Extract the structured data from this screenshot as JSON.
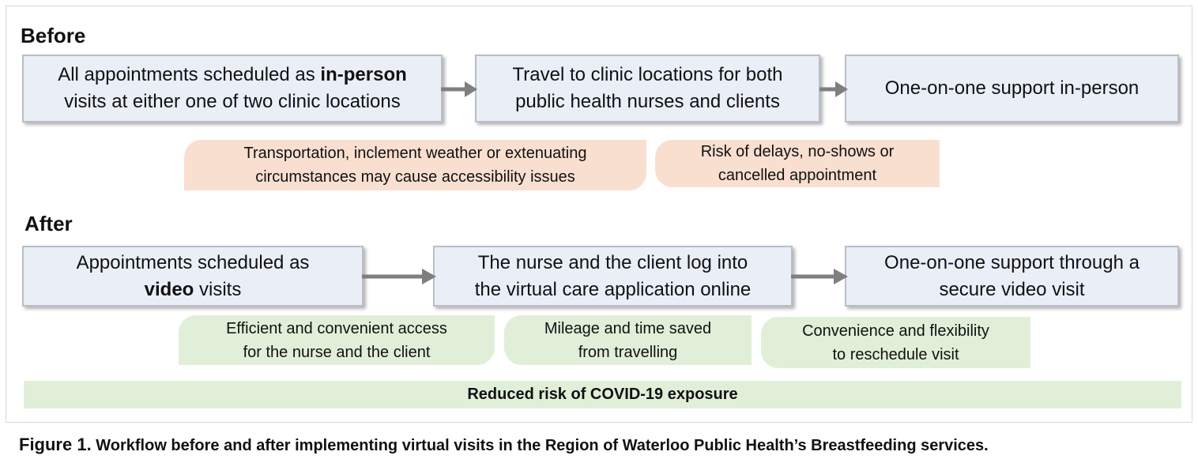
{
  "before": {
    "label": "Before",
    "box1": {
      "text_a": "All appointments scheduled as ",
      "text_bold": "in-person",
      "line2": "visits at either one of two clinic locations"
    },
    "box2": {
      "line1": "Travel to clinic locations for both",
      "line2": "public health nurses and clients"
    },
    "box3": {
      "line1": "One-on-one support in-person"
    },
    "note1": {
      "line1": "Transportation, inclement weather or extenuating",
      "line2": "circumstances may cause accessibility issues"
    },
    "note2": {
      "line1": "Risk of delays, no-shows or",
      "line2": "cancelled appointment"
    }
  },
  "after": {
    "label": "After",
    "box1": {
      "line1": "Appointments scheduled as",
      "text_bold": "video",
      "text_b": " visits"
    },
    "box2": {
      "line1": "The nurse and the client log into",
      "line2": "the virtual care application online"
    },
    "box3": {
      "line1": "One-on-one support through a",
      "line2": "secure video visit"
    },
    "note1": {
      "line1": "Efficient and convenient access",
      "line2": "for the nurse and the client"
    },
    "note2": {
      "line1": "Mileage and time saved",
      "line2": "from travelling"
    },
    "note3": {
      "line1": "Convenience and flexibility",
      "line2": "to reschedule visit"
    },
    "banner": "Reduced risk of COVID-19 exposure"
  },
  "caption": {
    "label": "Figure 1.",
    "text": " Workflow before and after implementing virtual visits in the Region of Waterloo Public Health’s Breastfeeding services."
  },
  "colors": {
    "box_fill": "#e9eef7",
    "box_border": "#b9bec8",
    "orange_note": "#f9dfcf",
    "green_note": "#e1efd9",
    "arrow": "#7f7f7f"
  }
}
